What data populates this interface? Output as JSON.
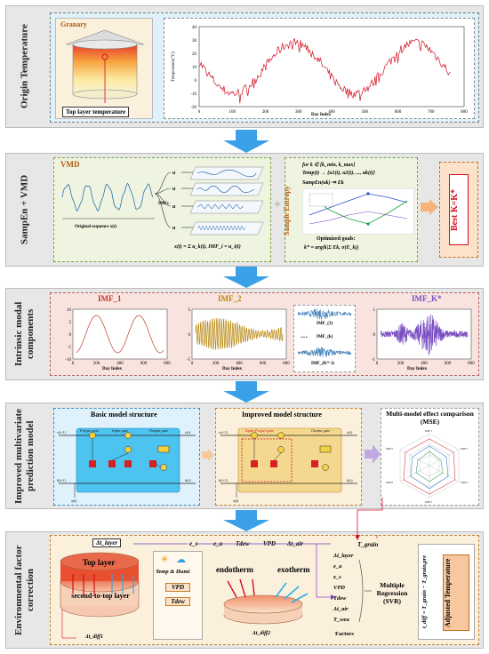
{
  "stages": [
    {
      "label": "Origin Temperature"
    },
    {
      "label": "SampEn + VMD"
    },
    {
      "label": "Intrinsic modal components"
    },
    {
      "label": "Improved multivariate prediction model"
    },
    {
      "label": "Environmental factor correction"
    }
  ],
  "origin": {
    "granary_title": "Granary",
    "top_layer_label": "Top layer temperature",
    "ylabel": "Temperature(°C)",
    "xlabel": "Day Index",
    "yticks": [
      "40",
      "30",
      "20",
      "10",
      "0",
      "-10",
      "-20"
    ],
    "xticks": [
      "0",
      "100",
      "200",
      "300",
      "400",
      "500",
      "600",
      "700",
      "800"
    ]
  },
  "vmd": {
    "title": "VMD",
    "original_label": "Original sequence  x(t)",
    "modes": [
      "u1",
      "u2",
      "u3",
      "uK"
    ],
    "formula": "x(t) = Σ u_k(t), IMF_i = u_i(t)",
    "sampen_title": "Sample Entropy",
    "sampen_lines": [
      "for k ∈ [k_min, k_max]",
      "Temp(t) → {u1(t), u2(t), ..., uk(t)}",
      "SampEn(uk) ⇒ Ek"
    ],
    "optimized_goals": "Optimized goals:",
    "goal_formula": "k* = arg(k|Σ Ek, σ(E_k))",
    "best_label": "Best K=K*"
  },
  "imf": {
    "imf1_title": "IMF_1",
    "imf2_title": "IMF_2",
    "imfk_title": "IMF_K*",
    "imf3_label": "IMF_(3)",
    "imfk_label": "IMF_(k)",
    "imfk1_label": "IMF_(K*-1)",
    "ellipsis": "···",
    "xlabel": "Day Index",
    "imf1_yticks": [
      "10",
      "5",
      "0",
      "-5",
      "-10"
    ],
    "imf2_yticks": [
      "5",
      "0",
      "-5"
    ],
    "imfk_yticks": [
      "1",
      "0",
      "-1"
    ],
    "xticks": [
      "0",
      "200",
      "400",
      "600",
      "800"
    ]
  },
  "model": {
    "basic_title": "Basic model structure",
    "improved_title": "Improved model structure",
    "effect_title": "Multi-model effect comparison (MSE)",
    "gates_basic": [
      "Forget gate",
      "Input gate",
      "Output gate"
    ],
    "gates_improved": [
      "Input-Forget gate",
      "Output gate"
    ]
  },
  "env": {
    "delta_layer": "Δt_layer",
    "factors_row": [
      "e_s",
      "e_a",
      "Tdew",
      "VPD",
      "Δt_air"
    ],
    "top_layer": "Top layer",
    "second_layer": "second-to-top layer",
    "delta_diff1": "Δt_diff1",
    "temp_humi": "Temp & Humi",
    "vpd": "VPD",
    "tdew": "Tdew",
    "endotherm": "endotherm",
    "exotherm": "exotherm",
    "delta_diff2": "Δt_diff2",
    "t_grain": "T_grain",
    "factor_list": [
      "Δt_layer",
      "e_a",
      "e_s",
      "VPD",
      "Tdew",
      "Δt_air",
      "T_wea"
    ],
    "factors_label": "Factors",
    "regression": "Multiple Regression (SVR)",
    "tdiff_formula": "t_diff = T_grain − T_grain,pre",
    "adjusted": "Adjusted Temperature"
  },
  "colors": {
    "stage_bg": "#e8e8e8",
    "panel1_bg": "#ffffff",
    "blue_panel": "#dff1fb",
    "green_panel": "#eef4e0",
    "pink_panel": "#f8e3df",
    "yellow_panel": "#fbf0dc",
    "arrow": "#3aa0e8",
    "red": "#d01020",
    "imf1": "#c0392b",
    "imf2": "#b8860b",
    "imfk": "#7b4fc4"
  }
}
